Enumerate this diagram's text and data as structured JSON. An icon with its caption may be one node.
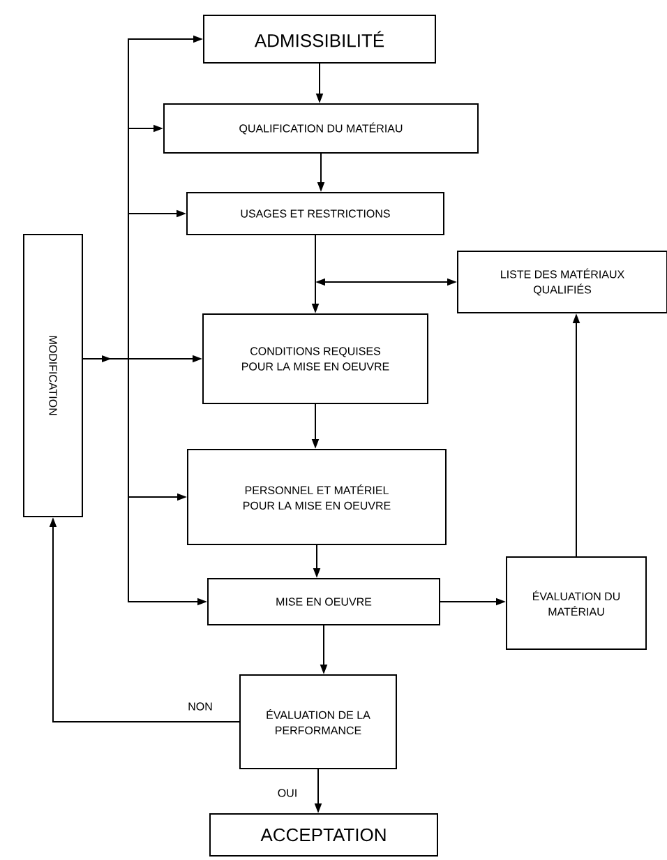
{
  "diagram": {
    "nodes": [
      {
        "text": [
          "ADMISSIBILITÉ"
        ]
      },
      {
        "text": [
          "QUALIFICATION DU MATÉRIAU"
        ]
      },
      {
        "text": [
          "USAGES ET RESTRICTIONS"
        ]
      },
      {
        "text": [
          "LISTE DES MATÉRIAUX QUALIFIÉS"
        ]
      },
      {
        "text": [
          "MODIFICATION"
        ]
      },
      {
        "text": [
          "CONDITIONS REQUISES POUR LA MISE EN OEUVRE"
        ]
      },
      {
        "text": [
          "PERSONNEL ET MATÉRIEL POUR LA MISE EN OEUVRE"
        ]
      },
      {
        "text": [
          "MISE EN OEUVRE"
        ]
      },
      {
        "text": [
          "ÉVALUATION DU MATÉRIAU"
        ]
      },
      {
        "text": [
          "ÉVALUATION DE LA PERFORMANCE"
        ]
      },
      {
        "text": [
          "ACCEPTATION"
        ]
      }
    ],
    "edges": [
      {
        "from": 0,
        "to": 1,
        "arrow": "to"
      },
      {
        "from": 1,
        "to": 2,
        "arrow": "to"
      },
      {
        "from": 2,
        "to": 5,
        "arrow": "to"
      },
      {
        "from": 3,
        "to": null,
        "arrow": "both"
      },
      {
        "from": 5,
        "to": 6,
        "arrow": "to"
      },
      {
        "from": 6,
        "to": 7,
        "arrow": "to"
      },
      {
        "from": 7,
        "to": 8,
        "arrow": "to"
      },
      {
        "from": 8,
        "to": 3,
        "arrow": "to"
      },
      {
        "from": 7,
        "to": 9,
        "arrow": "to"
      },
      {
        "from": 9,
        "to": 10,
        "arrow": "to",
        "label": "OUI"
      },
      {
        "from": 9,
        "to": 4,
        "arrow": "to",
        "label": "NON"
      },
      {
        "from": 4,
        "to": 0,
        "arrow": "to"
      },
      {
        "from": 4,
        "to": 1,
        "arrow": "to"
      },
      {
        "from": 4,
        "to": 2,
        "arrow": "to"
      },
      {
        "from": 4,
        "to": 5,
        "arrow": "to"
      },
      {
        "from": 4,
        "to": 6,
        "arrow": "to"
      },
      {
        "from": 4,
        "to": 7,
        "arrow": "to"
      }
    ]
  }
}
